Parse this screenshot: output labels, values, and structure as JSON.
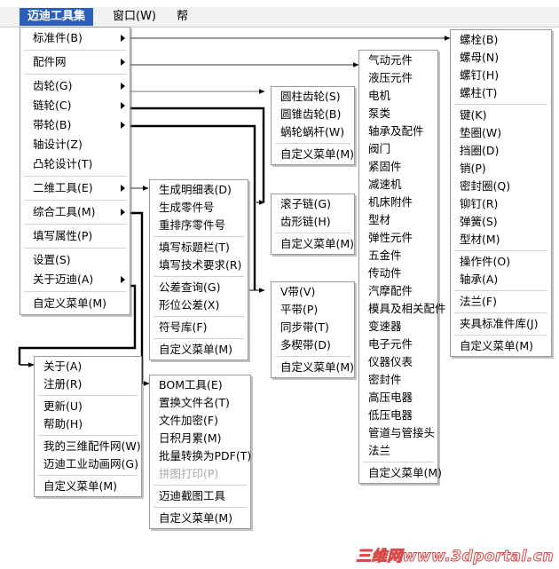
{
  "menubar": {
    "items": [
      {
        "label": "迈迪工具集",
        "active": true
      },
      {
        "label": "窗口(W)",
        "active": false
      },
      {
        "label": "帮",
        "active": false
      }
    ]
  },
  "main_menu": {
    "name": "迈迪工具集主菜单",
    "groups": [
      [
        {
          "label": "标准件(B)",
          "submenu": true
        }
      ],
      [
        {
          "label": "配件网",
          "submenu": true
        }
      ],
      [
        {
          "label": "齿轮(G)",
          "submenu": true
        },
        {
          "label": "链轮(C)",
          "submenu": true
        },
        {
          "label": "带轮(B)",
          "submenu": true
        },
        {
          "label": "轴设计(Z)",
          "submenu": false
        },
        {
          "label": "凸轮设计(T)",
          "submenu": false
        }
      ],
      [
        {
          "label": "二维工具(E)",
          "submenu": true
        }
      ],
      [
        {
          "label": "综合工具(M)",
          "submenu": true
        }
      ],
      [
        {
          "label": "填写属性(P)",
          "submenu": false
        }
      ],
      [
        {
          "label": "设置(S)",
          "submenu": false
        },
        {
          "label": "关于迈迪(A)",
          "submenu": true
        }
      ],
      [
        {
          "label": "自定义菜单(M)",
          "submenu": false
        }
      ]
    ]
  },
  "standard_parts_menu": {
    "name": "标准件子菜单",
    "groups": [
      [
        {
          "label": "螺栓(B)"
        },
        {
          "label": "螺母(N)"
        },
        {
          "label": "螺钉(H)"
        },
        {
          "label": "螺柱(T)"
        }
      ],
      [
        {
          "label": "键(K)"
        },
        {
          "label": "垫圈(W)"
        },
        {
          "label": "挡圈(D)"
        },
        {
          "label": "销(P)"
        },
        {
          "label": "密封圈(Q)"
        },
        {
          "label": "铆钉(R)"
        },
        {
          "label": "弹簧(S)"
        },
        {
          "label": "型材(M)"
        }
      ],
      [
        {
          "label": "操作件(O)"
        },
        {
          "label": "轴承(A)"
        }
      ],
      [
        {
          "label": "法兰(F)"
        }
      ],
      [
        {
          "label": "夹具标准件库(J)"
        }
      ],
      [
        {
          "label": "自定义菜单(M)"
        }
      ]
    ]
  },
  "parts_net_menu": {
    "name": "配件网子菜单",
    "groups": [
      [
        {
          "label": "气动元件"
        },
        {
          "label": "液压元件"
        },
        {
          "label": "电机"
        },
        {
          "label": "泵类"
        },
        {
          "label": "轴承及配件"
        },
        {
          "label": "阀门"
        },
        {
          "label": "紧固件"
        },
        {
          "label": "减速机"
        },
        {
          "label": "机床附件"
        },
        {
          "label": "型材"
        },
        {
          "label": "弹性元件"
        },
        {
          "label": "五金件"
        },
        {
          "label": "传动件"
        },
        {
          "label": "汽摩配件"
        },
        {
          "label": "模具及相关配件"
        },
        {
          "label": "变速器"
        },
        {
          "label": "电子元件"
        },
        {
          "label": "仪器仪表"
        },
        {
          "label": "密封件"
        },
        {
          "label": "高压电器"
        },
        {
          "label": "低压电器"
        },
        {
          "label": "管道与管接头"
        },
        {
          "label": "法兰"
        }
      ],
      [
        {
          "label": "自定义菜单(M)"
        }
      ]
    ]
  },
  "gear_menu": {
    "name": "齿轮子菜单",
    "groups": [
      [
        {
          "label": "圆柱齿轮(S)"
        },
        {
          "label": "圆锥齿轮(B)"
        },
        {
          "label": "蜗轮蜗杆(W)"
        }
      ],
      [
        {
          "label": "自定义菜单(M)"
        }
      ]
    ]
  },
  "chain_menu": {
    "name": "链轮子菜单",
    "groups": [
      [
        {
          "label": "滚子链(G)"
        },
        {
          "label": "齿形链(H)"
        }
      ],
      [
        {
          "label": "自定义菜单(M)"
        }
      ]
    ]
  },
  "belt_menu": {
    "name": "带轮子菜单",
    "groups": [
      [
        {
          "label": "V带(V)"
        },
        {
          "label": "平带(P)"
        },
        {
          "label": "同步带(T)"
        },
        {
          "label": "多楔带(D)"
        }
      ],
      [
        {
          "label": "自定义菜单(M)"
        }
      ]
    ]
  },
  "twod_menu": {
    "name": "二维工具子菜单",
    "groups": [
      [
        {
          "label": "生成明细表(D)"
        },
        {
          "label": "生成零件号"
        },
        {
          "label": "重排序零件号"
        }
      ],
      [
        {
          "label": "填写标题栏(T)"
        },
        {
          "label": "填写技术要求(R)"
        }
      ],
      [
        {
          "label": "公差查询(G)"
        },
        {
          "label": "形位公差(X)"
        }
      ],
      [
        {
          "label": "符号库(F)"
        }
      ],
      [
        {
          "label": "自定义菜单(M)"
        }
      ]
    ]
  },
  "tools_menu": {
    "name": "综合工具子菜单",
    "groups": [
      [
        {
          "label": "BOM工具(E)",
          "disabled": false
        },
        {
          "label": "置换文件名(T)",
          "disabled": false
        },
        {
          "label": "文件加密(F)",
          "disabled": false
        },
        {
          "label": "日积月累(M)",
          "disabled": false
        },
        {
          "label": "批量转换为PDF(T)",
          "disabled": false
        },
        {
          "label": "拼图打印(P)",
          "disabled": true
        }
      ],
      [
        {
          "label": "迈迪截图工具",
          "disabled": false
        }
      ],
      [
        {
          "label": "自定义菜单(M)",
          "disabled": false
        }
      ]
    ]
  },
  "about_menu": {
    "name": "关于迈迪子菜单",
    "groups": [
      [
        {
          "label": "关于(A)"
        },
        {
          "label": "注册(R)"
        }
      ],
      [
        {
          "label": "更新(U)"
        },
        {
          "label": "帮助(H)"
        }
      ],
      [
        {
          "label": "我的三维配件网(W)"
        },
        {
          "label": "迈迪工业动画网(G)"
        }
      ],
      [
        {
          "label": "自定义菜单(M)"
        }
      ]
    ]
  },
  "watermark": {
    "text": "三维网www.3dportal.cn"
  },
  "colors": {
    "accent": "#2b5fba",
    "menu_bg": "#ffffff",
    "menu_border": "#9a9a9a",
    "separator": "#d3d3d3",
    "disabled_text": "#a9a9a9",
    "watermark": "#d84a4a"
  }
}
